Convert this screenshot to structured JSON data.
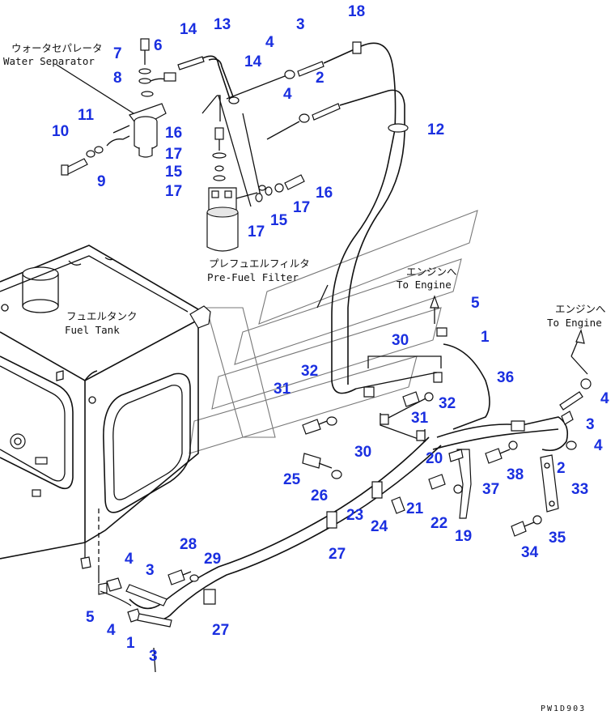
{
  "labels": {
    "water_separator_jp": "ウォータセパレータ",
    "water_separator_en": "Water Separator",
    "pre_fuel_filter_jp": "プレフュエルフィルタ",
    "pre_fuel_filter_en": "Pre-Fuel Filter",
    "fuel_tank_jp": "フュエルタンク",
    "fuel_tank_en": "Fuel Tank",
    "to_engine_jp_1": "エンジンへ",
    "to_engine_en_1": "To Engine",
    "to_engine_jp_2": "エンジンへ",
    "to_engine_en_2": "To Engine",
    "drawing_code": "PW1D903"
  },
  "part_numbers": [
    "18",
    "13",
    "14",
    "3",
    "4",
    "7",
    "6",
    "8",
    "14",
    "4",
    "2",
    "12",
    "11",
    "10",
    "9",
    "16",
    "17",
    "15",
    "17",
    "16",
    "17",
    "15",
    "17",
    "5",
    "1",
    "30",
    "32",
    "31",
    "32",
    "31",
    "36",
    "4",
    "3",
    "30",
    "20",
    "4",
    "25",
    "26",
    "23",
    "21",
    "22",
    "19",
    "37",
    "38",
    "2",
    "33",
    "24",
    "28",
    "29",
    "27",
    "34",
    "35",
    "4",
    "3",
    "5",
    "4",
    "1",
    "3",
    "27"
  ]
}
